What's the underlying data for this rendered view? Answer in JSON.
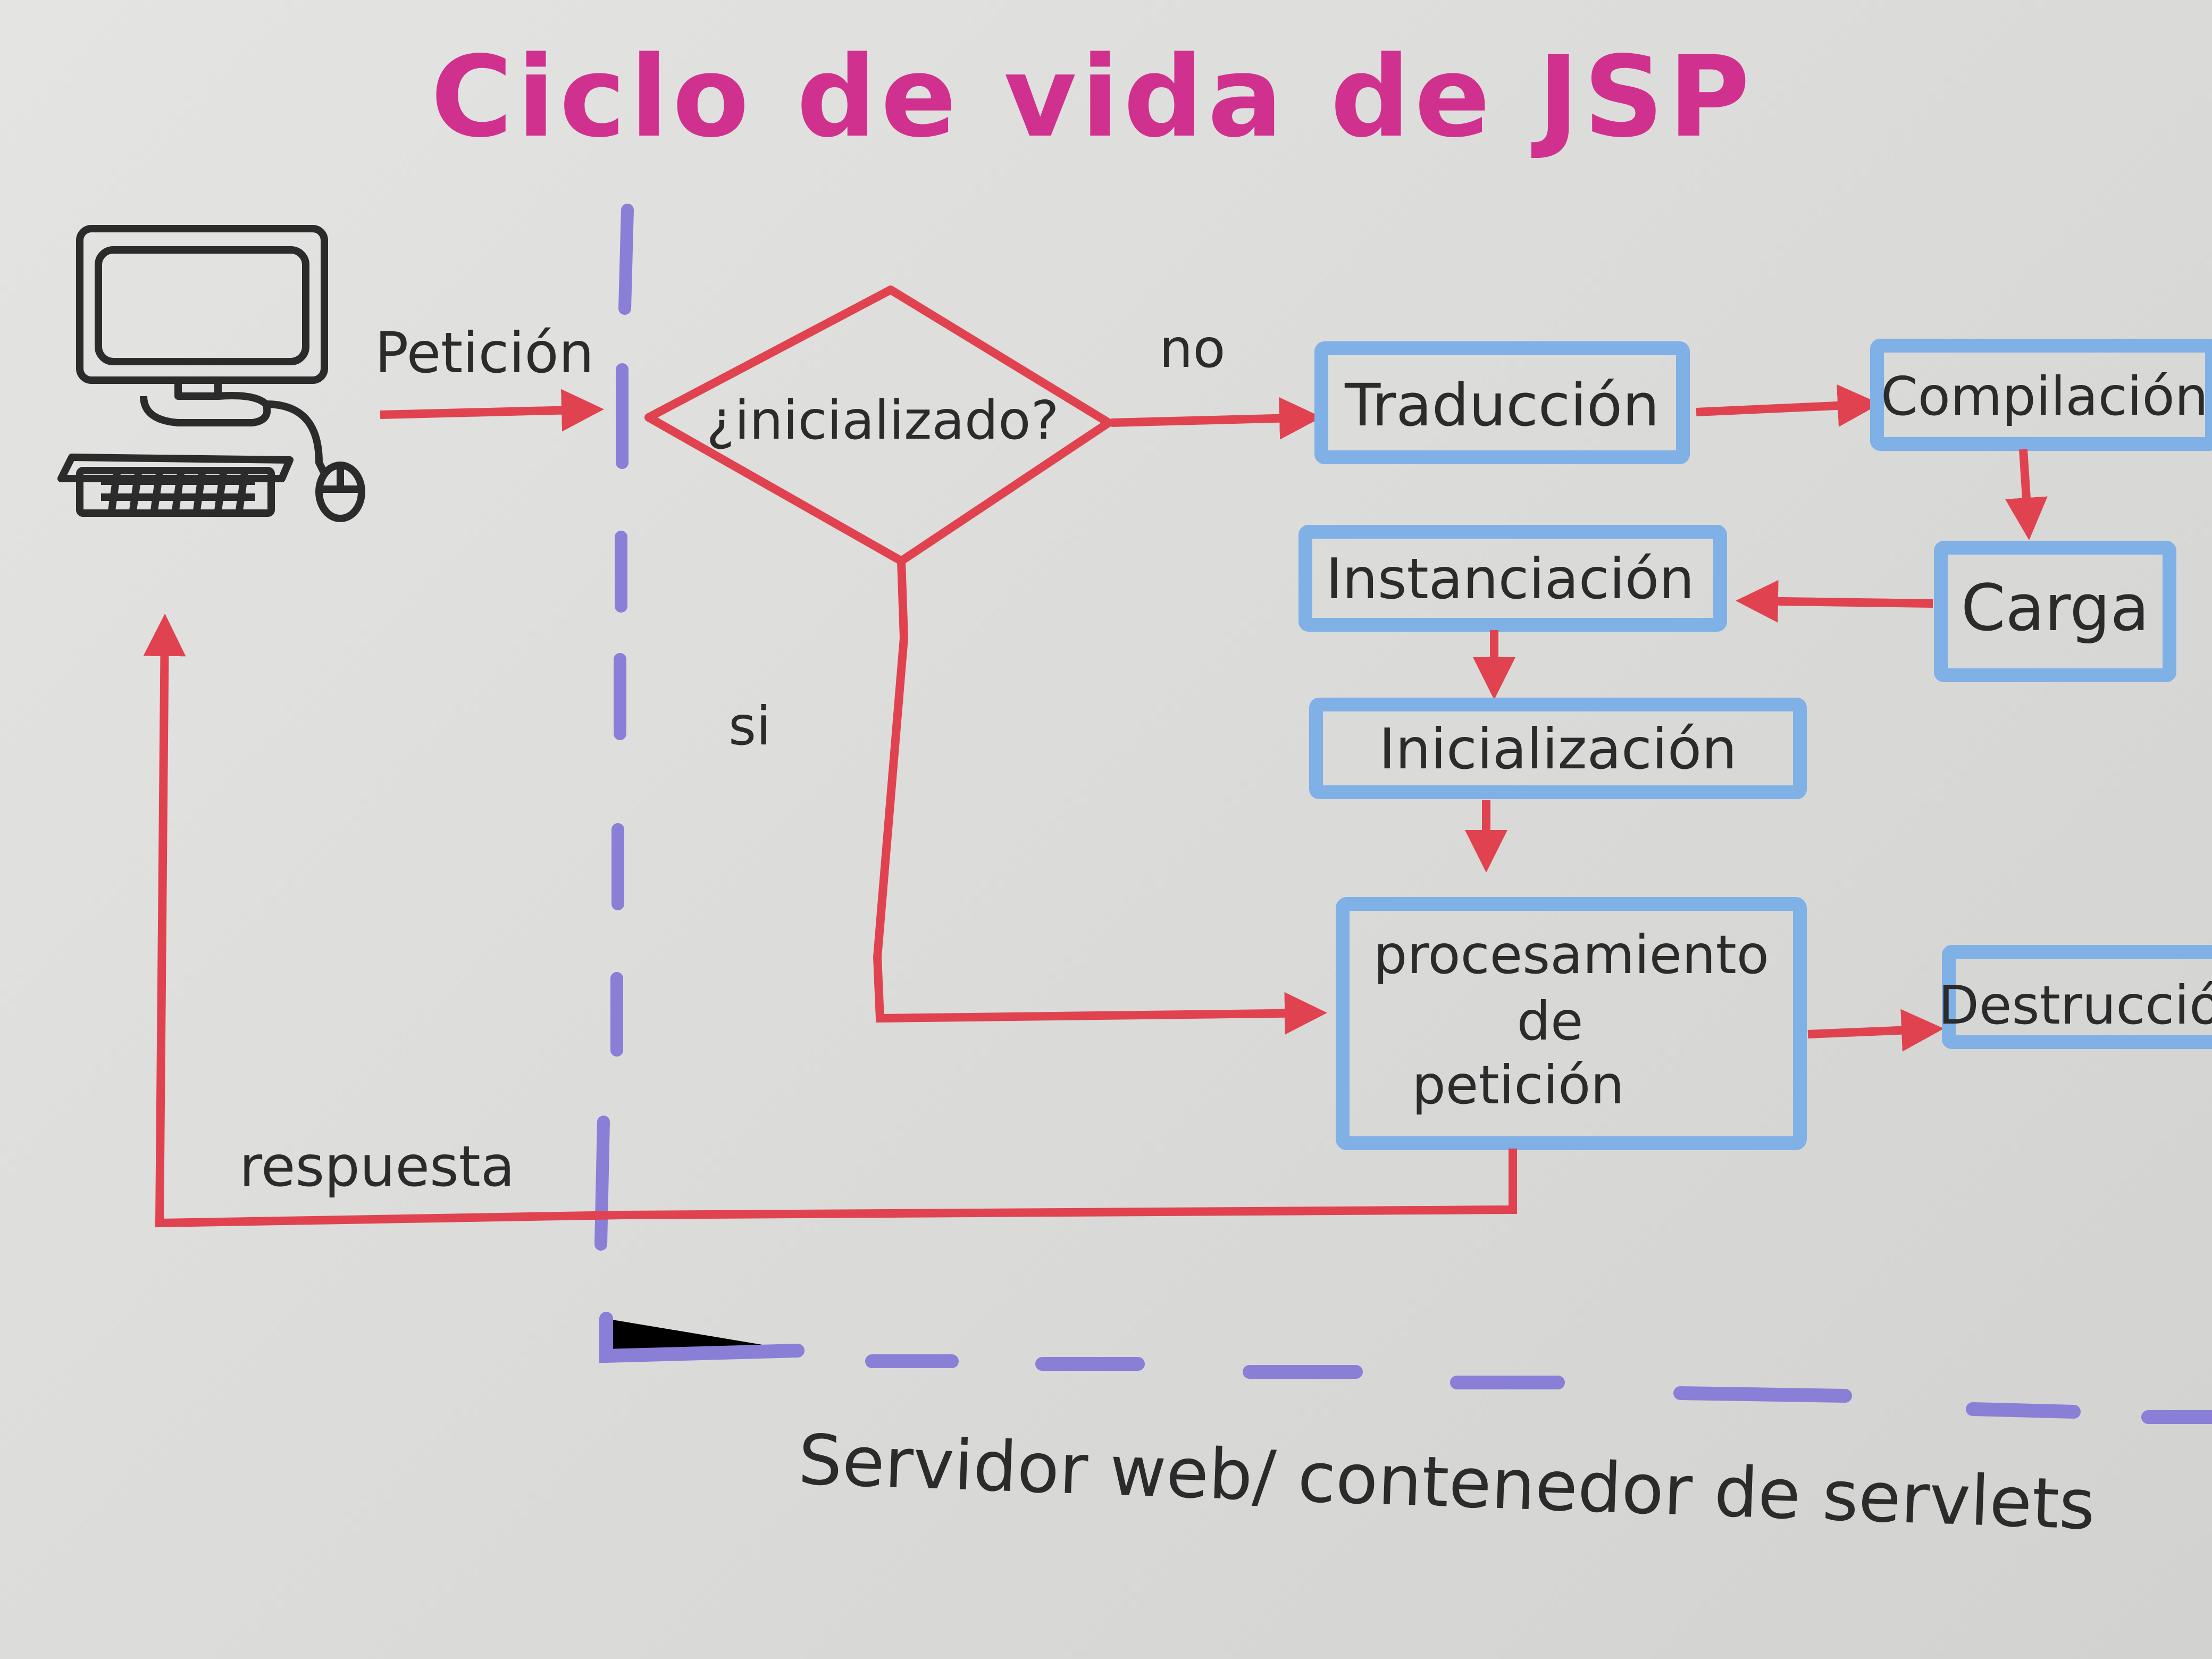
{
  "title": "Ciclo de vida de JSP",
  "colors": {
    "title": "#d0318f",
    "arrow": "#e0434f",
    "box_border": "#7fb0e6",
    "dashed_line": "#8a7fd6",
    "ink": "#2b2b2b"
  },
  "client": {
    "icon": "computer-icon",
    "request_label": "Petición",
    "response_label": "respuesta"
  },
  "decision": {
    "label": "¿inicializado?",
    "no_label": "no",
    "yes_label": "si"
  },
  "steps": {
    "translation": "Traducción",
    "compilation": "Compilación",
    "loading": "Carga",
    "instantiation": "Instanciación",
    "initialization": "Inicialización",
    "processing_line1": "procesamiento",
    "processing_line2": "de",
    "processing_line3": "petición",
    "destruction": "Destrucción"
  },
  "server_label": "Servidor web/ contenedor de servlets"
}
